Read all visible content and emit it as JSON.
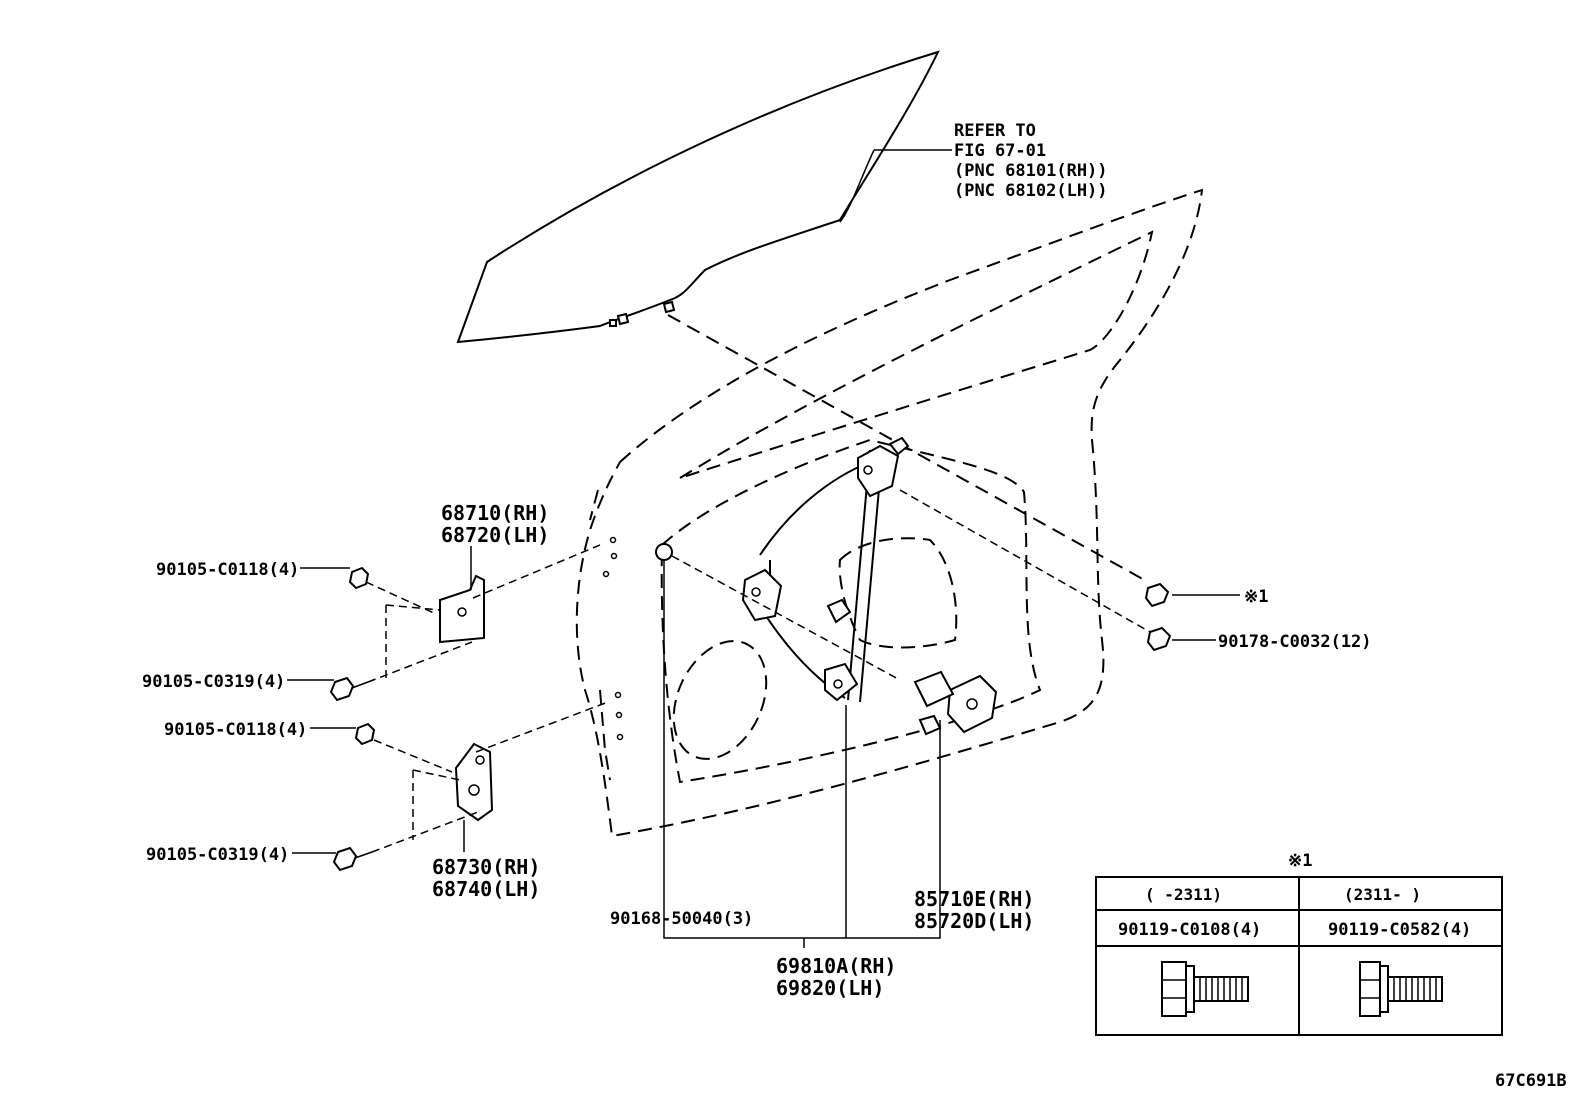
{
  "diagram": {
    "refer_note": {
      "line1": "REFER TO",
      "line2": "FIG 67-01",
      "line3": "(PNC 68101(RH))",
      "line4": "(PNC 68102(LH))"
    },
    "parts": {
      "upper_hinge": {
        "rh": "68710(RH)",
        "lh": "68720(LH)"
      },
      "lower_hinge": {
        "rh": "68730(RH)",
        "lh": "68740(LH)"
      },
      "bolt_upper_1": "90105-C0118(4)",
      "bolt_upper_2": "90105-C0319(4)",
      "bolt_lower_1": "90105-C0118(4)",
      "bolt_lower_2": "90105-C0319(4)",
      "grommet": "90168-50040(3)",
      "regulator": {
        "rh": "69810A(RH)",
        "lh": "69820(LH)"
      },
      "motor": {
        "rh": "85710E(RH)",
        "lh": "85720D(LH)"
      },
      "nut": "90178-C0032(12)",
      "note_mark": "※1"
    },
    "table": {
      "mark": "※1",
      "columns": [
        {
          "range": "(     -2311)",
          "part": "90119-C0108(4)"
        },
        {
          "range": "(2311-     )",
          "part": "90119-C0582(4)"
        }
      ]
    },
    "figure_code": "67C691B"
  }
}
